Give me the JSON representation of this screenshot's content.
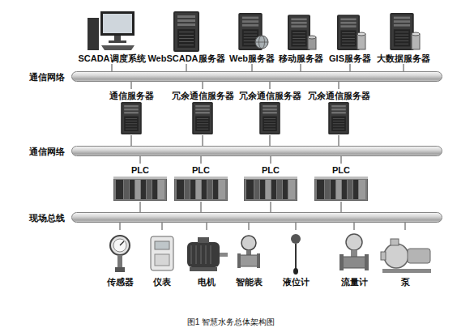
{
  "diagram": {
    "caption": "图1 智慧水务总体架构图",
    "nodes": [
      {
        "text": [
          "SCADA调度系统"
        ]
      },
      {
        "text": [
          "WebSCADA服务器"
        ]
      },
      {
        "text": [
          "Web服务器"
        ]
      },
      {
        "text": [
          "移动服务器"
        ]
      },
      {
        "text": [
          "GIS服务器"
        ]
      },
      {
        "text": [
          "大数据服务器"
        ]
      },
      {
        "text": [
          "通信网络"
        ]
      },
      {
        "text": [
          "通信服务器"
        ]
      },
      {
        "text": [
          "冗余通信服务器"
        ]
      },
      {
        "text": [
          "冗余通信服务器"
        ]
      },
      {
        "text": [
          "冗余通信服务器"
        ]
      },
      {
        "text": [
          "通信网络"
        ]
      },
      {
        "text": [
          "PLC"
        ]
      },
      {
        "text": [
          "PLC"
        ]
      },
      {
        "text": [
          "PLC"
        ]
      },
      {
        "text": [
          "PLC"
        ]
      },
      {
        "text": [
          "现场总线"
        ]
      },
      {
        "text": [
          "传感器"
        ]
      },
      {
        "text": [
          "仪表"
        ]
      },
      {
        "text": [
          "电机"
        ]
      },
      {
        "text": [
          "智能表"
        ]
      },
      {
        "text": [
          "液位计"
        ]
      },
      {
        "text": [
          "流量计"
        ]
      },
      {
        "text": [
          "泵"
        ]
      }
    ],
    "edges": [
      {
        "from": 0,
        "to": 6,
        "arrow": "none"
      },
      {
        "from": 1,
        "to": 6,
        "arrow": "none"
      },
      {
        "from": 2,
        "to": 6,
        "arrow": "none"
      },
      {
        "from": 3,
        "to": 6,
        "arrow": "none"
      },
      {
        "from": 4,
        "to": 6,
        "arrow": "none"
      },
      {
        "from": 5,
        "to": 6,
        "arrow": "none"
      },
      {
        "from": 6,
        "to": 7,
        "arrow": "none"
      },
      {
        "from": 6,
        "to": 8,
        "arrow": "none"
      },
      {
        "from": 6,
        "to": 9,
        "arrow": "none"
      },
      {
        "from": 6,
        "to": 10,
        "arrow": "none"
      },
      {
        "from": 7,
        "to": 11,
        "arrow": "none"
      },
      {
        "from": 8,
        "to": 11,
        "arrow": "none"
      },
      {
        "from": 9,
        "to": 11,
        "arrow": "none"
      },
      {
        "from": 10,
        "to": 11,
        "arrow": "none"
      },
      {
        "from": 11,
        "to": 12,
        "arrow": "none"
      },
      {
        "from": 11,
        "to": 13,
        "arrow": "none"
      },
      {
        "from": 11,
        "to": 14,
        "arrow": "none"
      },
      {
        "from": 11,
        "to": 15,
        "arrow": "none"
      },
      {
        "from": 12,
        "to": 16,
        "arrow": "none"
      },
      {
        "from": 13,
        "to": 16,
        "arrow": "none"
      },
      {
        "from": 14,
        "to": 16,
        "arrow": "none"
      },
      {
        "from": 15,
        "to": 16,
        "arrow": "none"
      },
      {
        "from": 16,
        "to": 17,
        "arrow": "none"
      },
      {
        "from": 16,
        "to": 18,
        "arrow": "none"
      },
      {
        "from": 16,
        "to": 19,
        "arrow": "none"
      },
      {
        "from": 16,
        "to": 20,
        "arrow": "none"
      },
      {
        "from": 16,
        "to": 21,
        "arrow": "none"
      },
      {
        "from": 16,
        "to": 22,
        "arrow": "none"
      },
      {
        "from": 16,
        "to": 23,
        "arrow": "none"
      }
    ]
  }
}
